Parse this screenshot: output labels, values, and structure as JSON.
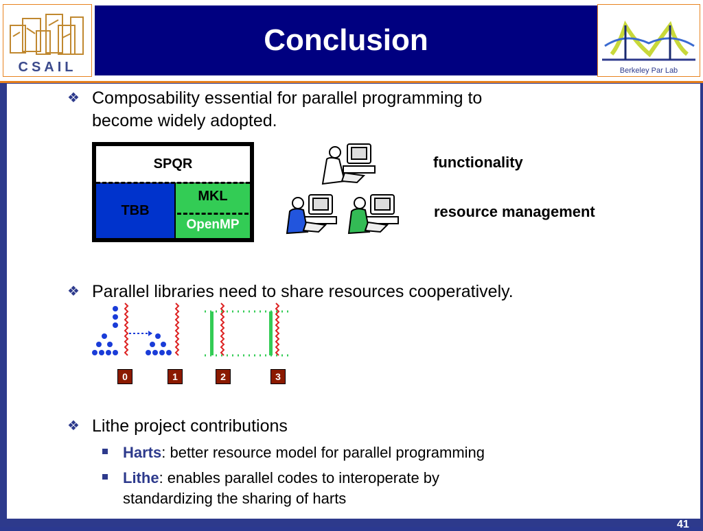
{
  "slide": {
    "title": "Conclusion",
    "left_logo_text": "CSAIL",
    "right_logo_text": "Berkeley Par Lab",
    "page_number": "41"
  },
  "bullets": [
    {
      "line1": "Composability essential for parallel programming to",
      "line2": "become widely adopted."
    },
    {
      "line1": "Parallel libraries need to share resources cooperatively."
    },
    {
      "line1": "Lithe project contributions"
    }
  ],
  "sub_bullets": [
    {
      "term": "Harts",
      "text": ": better resource model for parallel programming"
    },
    {
      "term": "Lithe",
      "text": ": enables parallel codes to interoperate by",
      "text2": "standardizing the sharing of harts"
    }
  ],
  "stack_diagram": {
    "top": "SPQR",
    "left": "TBB",
    "right_top": "MKL",
    "right_bottom": "OpenMP"
  },
  "labels": {
    "functionality": "functionality",
    "resource_management": "resource management"
  },
  "cores": [
    "0",
    "1",
    "2",
    "3"
  ],
  "colors": {
    "navy": "#000080",
    "frame": "#2d3a8c",
    "accent_orange": "#e8821e",
    "tbb_blue": "#0033cc",
    "green": "#33cc55",
    "core_brown": "#8b1a00"
  }
}
